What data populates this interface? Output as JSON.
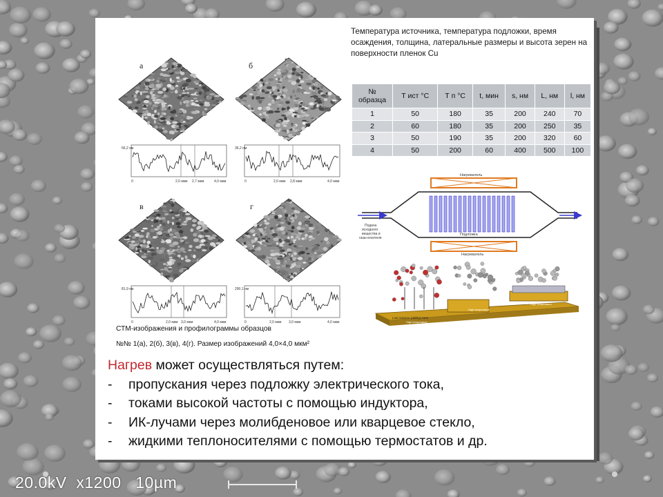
{
  "table": {
    "title": "Температура источника, температура подложки, время осаждения, толщина, латеральные размеры и высота зерен на поверхности пленок Cu",
    "headers": [
      "№ образца",
      "Т ист °С",
      "Т п °С",
      "t, мин",
      "s, нм",
      "L, нм",
      "l, нм"
    ],
    "rows": [
      [
        "1",
        "50",
        "180",
        "35",
        "200",
        "240",
        "70"
      ],
      [
        "2",
        "60",
        "180",
        "35",
        "200",
        "250",
        "35"
      ],
      [
        "3",
        "50",
        "190",
        "35",
        "200",
        "320",
        "60"
      ],
      [
        "4",
        "50",
        "200",
        "60",
        "400",
        "500",
        "100"
      ]
    ]
  },
  "stm": {
    "panels": [
      {
        "letter": "а",
        "scale": "66,2 нм",
        "ticks": [
          "0",
          "2,0 мкм",
          "2,7 мкм",
          "4,0 мкм"
        ]
      },
      {
        "letter": "б",
        "scale": "36,2 нм",
        "ticks": [
          "0",
          "2,0 мкм",
          "2,8 мкм",
          "4,0 мкм"
        ]
      },
      {
        "letter": "в",
        "scale": "81,9 нм",
        "ticks": [
          "0",
          "2,0 мкм",
          "3,0 мкм",
          "4,0 мкм"
        ]
      },
      {
        "letter": "г",
        "scale": "290,1 нм",
        "ticks": [
          "0",
          "2,0 мкм",
          "3,0 мкм",
          "4,0 мкм"
        ]
      }
    ],
    "caption1": "СТМ-изображения и профилограммы образцов",
    "caption2": "№№ 1(а), 2(б), 3(в), 4(г). Размер изображений 4,0×4,0 мкм²"
  },
  "reactor": {
    "heater_top": "Нагреватель",
    "heater_bottom": "Нагреватель",
    "substrate": "Подложка",
    "gas_label_1": "Подача",
    "gas_label_2": "исходного",
    "gas_label_3": "вещества и",
    "gas_label_4": "газа-носителя"
  },
  "process": {
    "label1": "Low reaction (ability) zone",
    "label1b": "High temperature",
    "label2": "High temperature",
    "label3": "High temperature"
  },
  "heating": {
    "highlight": "Нагрев",
    "intro_rest": " может осуществляться путем:",
    "items": [
      {
        "dash": "-",
        "text": "пропускания через подложку электрического тока,"
      },
      {
        "dash": "-",
        "text": "токами высокой частоты с помощью индуктора,"
      },
      {
        "dash": "-",
        "text": "ИК-лучами через молибденовое или кварцевое стекло,"
      },
      {
        "dash": "-",
        "text": "жидкими теплоносителями с помощью термостатов и др."
      }
    ]
  },
  "footer": {
    "voltage": "20.0kV",
    "magnification": "x1200",
    "scale": "10µm"
  }
}
